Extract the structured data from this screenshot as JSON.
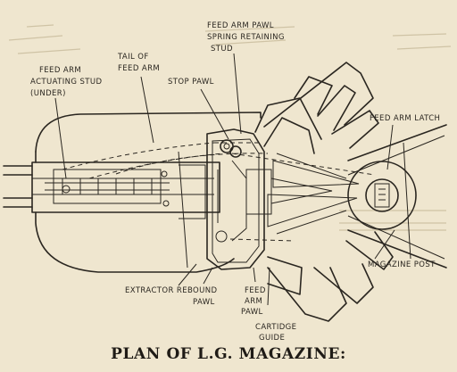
{
  "title": "PLAN OF L.G. MAGAZINE:",
  "labels": {
    "feed_arm_pawl_spring": [
      "FEED ARM PAWL",
      "SPRING RETAINING",
      "STUD"
    ],
    "tail_of_feed_arm": [
      "TAIL OF",
      "FEED ARM"
    ],
    "stop_pawl": "STOP PAWL",
    "feed_arm_actuating_stud": [
      "FEED ARM",
      "ACTUATING STUD",
      "(UNDER)"
    ],
    "feed_arm_latch": "FEED ARM LATCH",
    "magazine_post": "MAGAZINE POST",
    "extractor_rebound_pawl": [
      "EXTRACTOR REBOUND",
      "PAWL"
    ],
    "feed_arm_pawl": [
      "FEED",
      "ARM",
      "PAWL"
    ],
    "cartridge_guide": [
      "CARTIDGE",
      "GUIDE"
    ]
  },
  "colors": {
    "paper": "#efe6cf",
    "ink": "#2a2620"
  }
}
